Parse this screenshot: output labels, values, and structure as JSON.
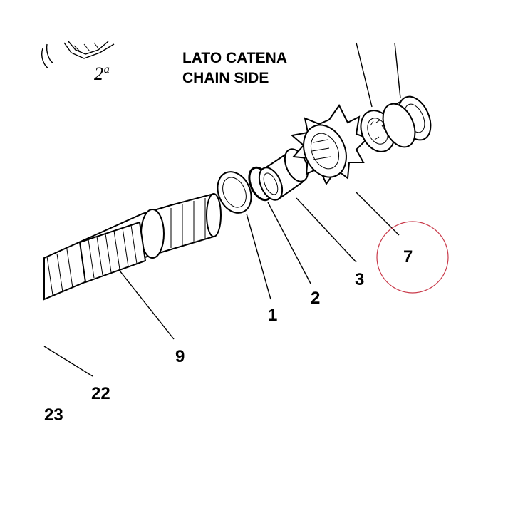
{
  "header": {
    "title_it": "LATO CATENA",
    "title_en": "CHAIN SIDE",
    "gear_label": "2ª"
  },
  "callouts": {
    "part_1": "1",
    "part_2": "2",
    "part_3": "3",
    "part_7": "7",
    "part_9": "9",
    "part_22": "22",
    "part_23": "23"
  },
  "colors": {
    "ink": "#000000",
    "highlight_circle": "#c93a4a",
    "background": "#ffffff"
  }
}
